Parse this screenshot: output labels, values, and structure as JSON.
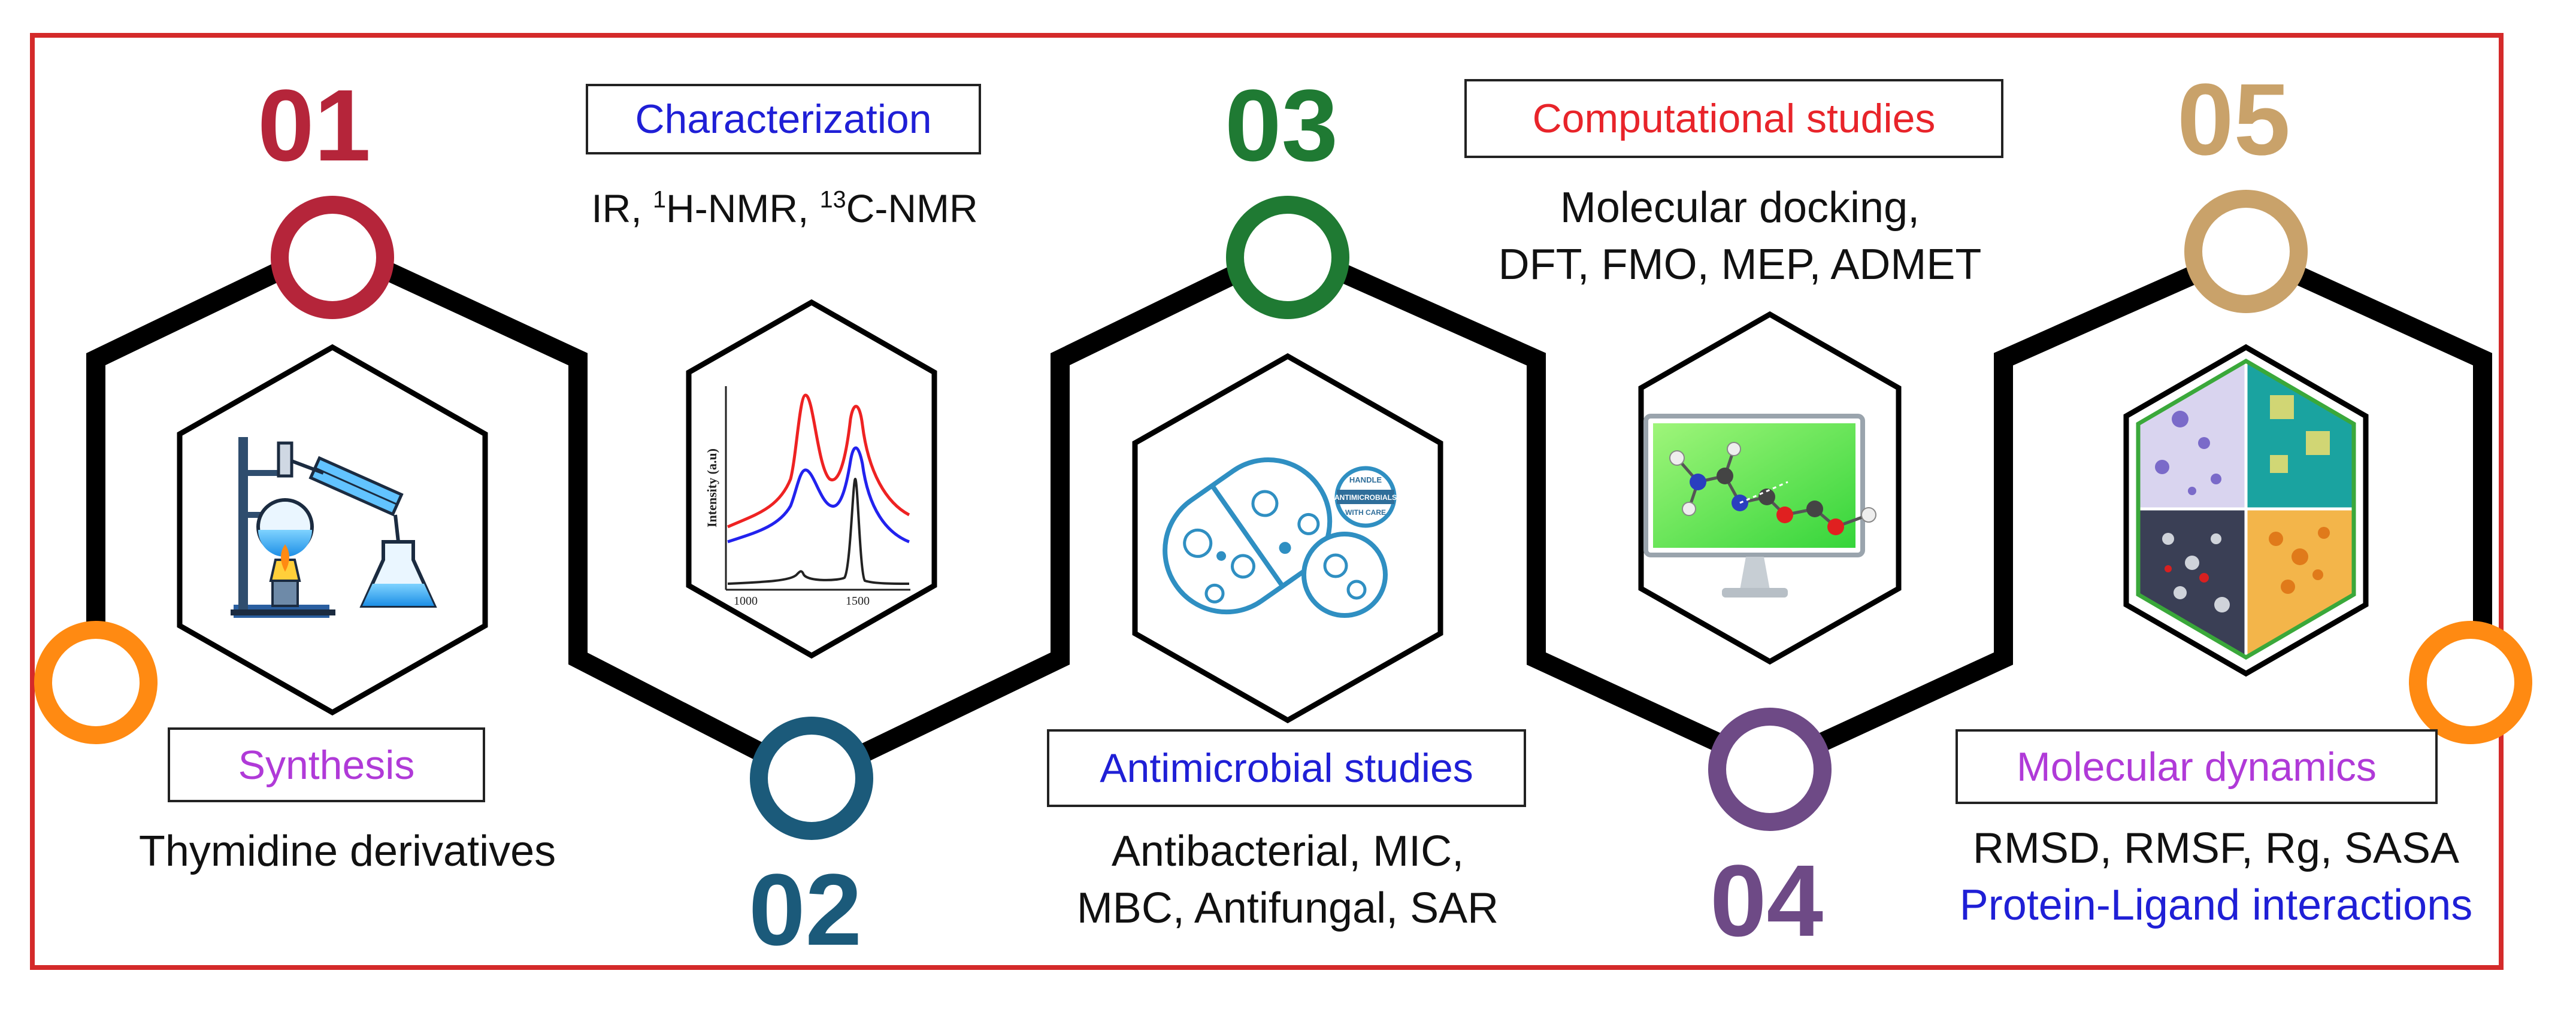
{
  "colors": {
    "frame": "#d42a2a",
    "path": "#000000",
    "step1": "#b5253a",
    "step2": "#1b5a7a",
    "step3": "#1f7a33",
    "step4": "#6e4a86",
    "step5": "#c9a26a",
    "endpoint": "#ff8a12",
    "label_red": "#e8242a",
    "label_blue": "#1f1fd6",
    "label_magenta": "#b03ad8"
  },
  "steps": [
    {
      "number": "01",
      "label": "Synthesis",
      "description": [
        "Thymidine derivatives"
      ],
      "icon": "synthesis-apparatus-icon"
    },
    {
      "number": "02",
      "label": "Characterization",
      "description_parts": {
        "a": "IR, ",
        "sup1": "1",
        "b": "H-NMR, ",
        "sup2": "13",
        "c": "C-NMR"
      },
      "spectrum_ylabel": "Intensity (a.u)",
      "spectrum_ticks": [
        "1000",
        "1500"
      ],
      "icon": "ir-spectrum-icon"
    },
    {
      "number": "03",
      "label": "Antimicrobial studies",
      "description": [
        "Antibacterial, MIC,",
        "MBC, Antifungal, SAR"
      ],
      "badge_text": [
        "HANDLE",
        "ANTIMICROBIALS",
        "WITH CARE"
      ],
      "icon": "antimicrobial-pill-icon"
    },
    {
      "number": "04",
      "label": "Computational studies",
      "description": [
        "Molecular docking,",
        "DFT, FMO, MEP, ADMET"
      ],
      "icon": "monitor-molecule-icon"
    },
    {
      "number": "05",
      "label": "Molecular dynamics",
      "description": [
        "RMSD, RMSF, Rg, SASA"
      ],
      "description_highlight": "Protein-Ligand interactions",
      "icon": "md-simulation-collage-icon"
    }
  ]
}
